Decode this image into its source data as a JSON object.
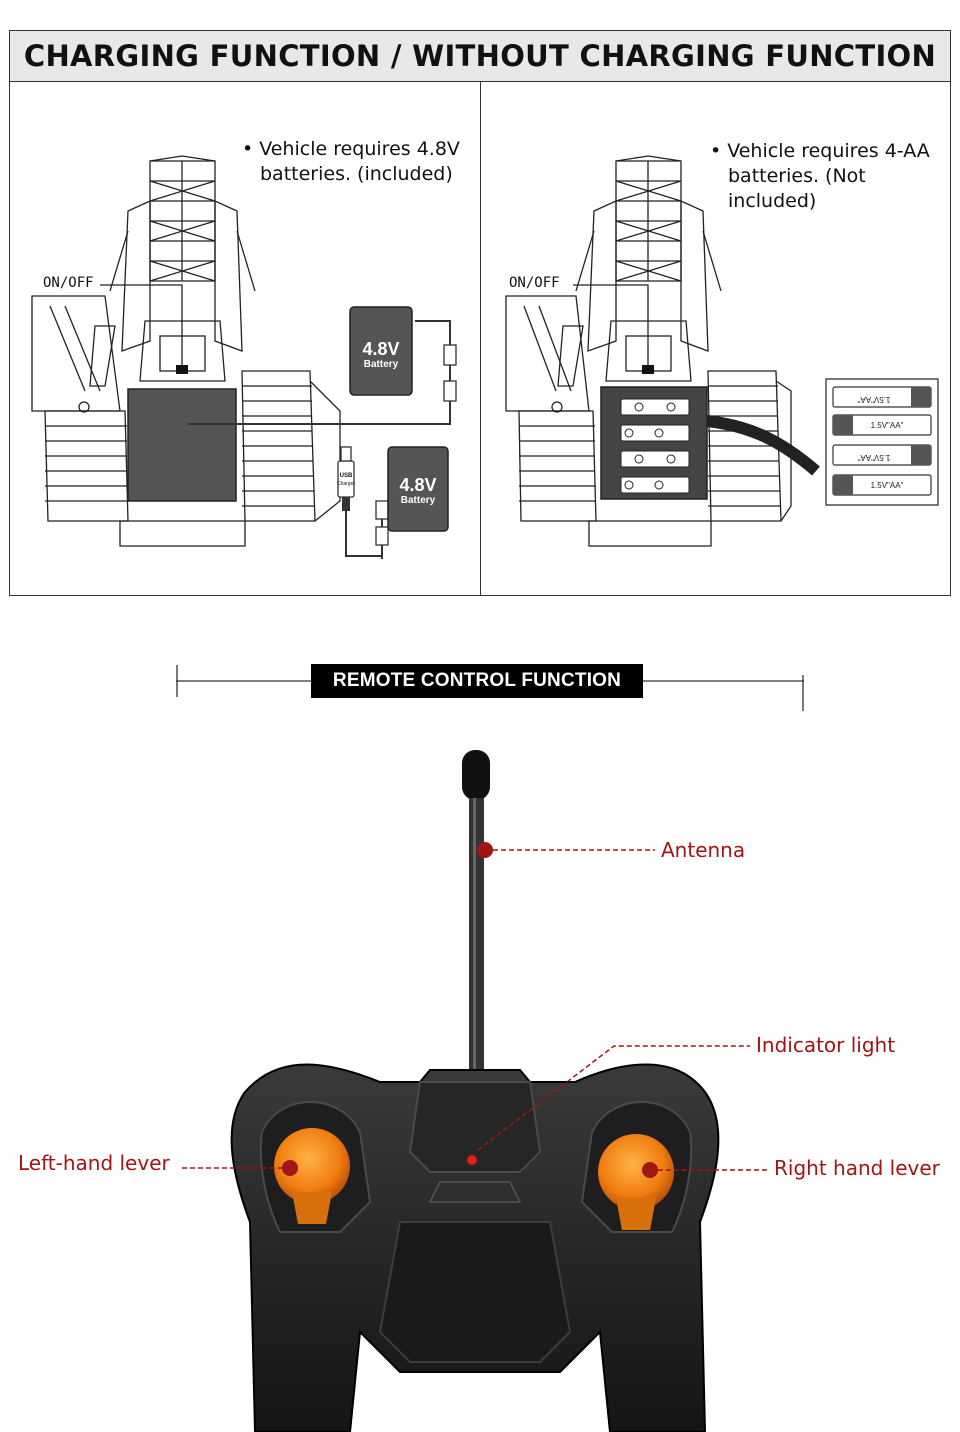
{
  "charging": {
    "title": "CHARGING FUNCTION / WITHOUT CHARGING FUNCTION",
    "left": {
      "note_line1": "Vehicle requires 4.8V",
      "note_line2": "batteries. (included)",
      "switch_label": "ON/OFF",
      "battery_voltage": "4.8V",
      "battery_word": "Battery",
      "charger_label_1": "USB",
      "charger_label_2": "Charger"
    },
    "right": {
      "note_line1": "Vehicle requires 4-AA",
      "note_line2": "batteries. (Not included)",
      "switch_label": "ON/OFF",
      "aa_label": "1.5V\"AA\""
    }
  },
  "remote": {
    "heading": "REMOTE CONTROL FUNCTION",
    "callouts": {
      "antenna": "Antenna",
      "indicator": "Indicator light",
      "left_lever": "Left-hand lever",
      "right_lever": "Right hand lever"
    }
  },
  "colors": {
    "callout_red": "#a01515",
    "lever_orange": "#f07c10",
    "remote_body": "#1c1c1c"
  }
}
